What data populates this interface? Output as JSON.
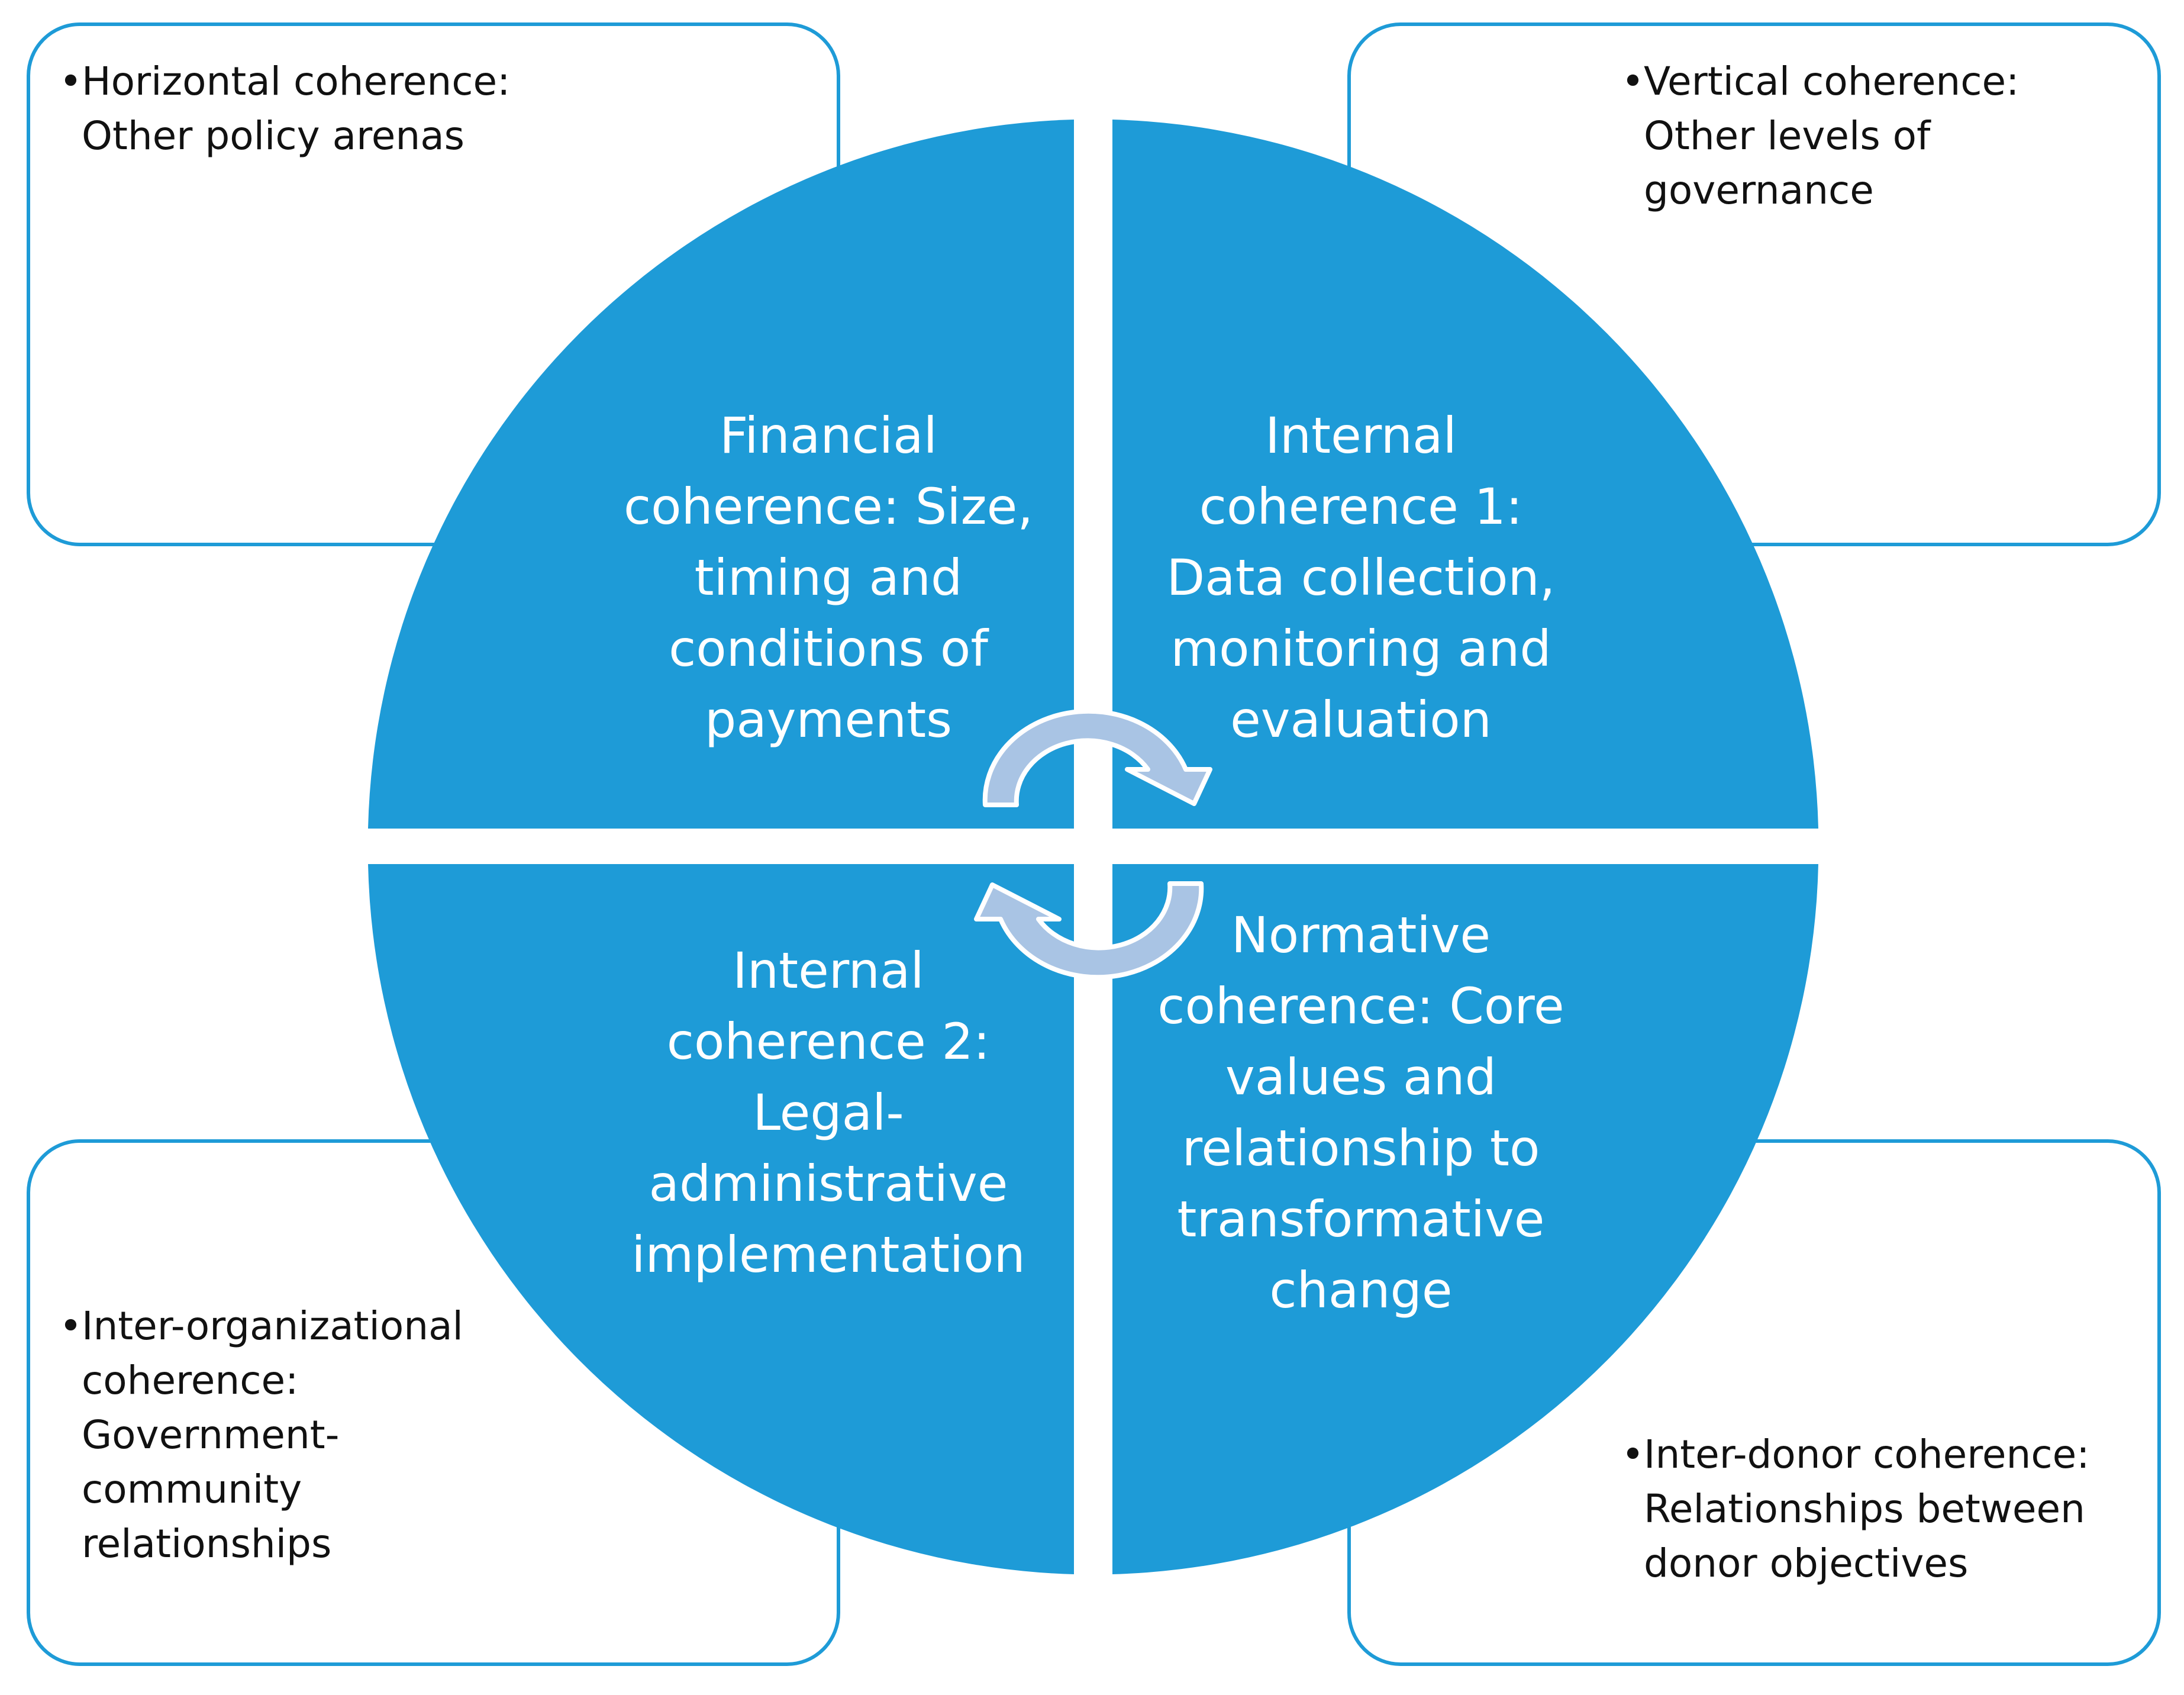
{
  "colors": {
    "quadrant_fill": "#1e9bd7",
    "box_border": "#1e9bd7",
    "arrow_fill": "#a9c4e4",
    "arrow_stroke": "#ffffff",
    "label_text": "#ffffff",
    "box_text": "#111111"
  },
  "outer_boxes": {
    "top_left": {
      "bullet": "•",
      "text": "Horizontal coherence:\nOther policy arenas"
    },
    "top_right": {
      "bullet": "•",
      "text": "Vertical coherence:\nOther levels of\ngovernance"
    },
    "bottom_left": {
      "bullet": "•",
      "text": "Inter-organizational\ncoherence:\nGovernment-\ncommunity\nrelationships"
    },
    "bottom_right": {
      "bullet": "•",
      "text": "Inter-donor coherence:\nRelationships between\ndonor objectives"
    }
  },
  "quadrants": {
    "top_left": "Financial\ncoherence: Size,\ntiming and\nconditions of\npayments",
    "top_right": "Internal\ncoherence 1:\nData collection,\nmonitoring and\nevaluation",
    "bottom_left": "Internal\ncoherence 2:\nLegal-\nadministrative\nimplementation",
    "bottom_right": "Normative\ncoherence: Core\nvalues and\nrelationship to\ntransformative\nchange"
  },
  "cycle_arrows": [
    "curved-arrow-clockwise-top",
    "curved-arrow-clockwise-bottom"
  ]
}
